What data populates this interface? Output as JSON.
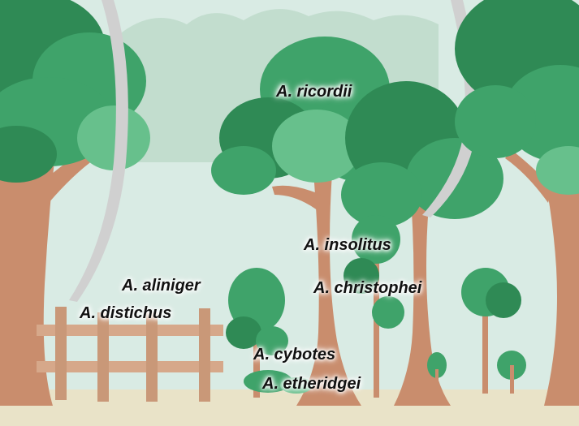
{
  "colors": {
    "sky": "#d9ebe4",
    "far_foliage": "#bcd9c8",
    "foliage_dark": "#2f8a55",
    "foliage": "#3fa36a",
    "foliage_light": "#67c08c",
    "trunk": "#c98d6d",
    "trunk_dark": "#a86c4f",
    "fence": "#d6a88a",
    "ground": "#e9e3c8",
    "smoke": "#d0d0d0"
  },
  "labels": {
    "ricordii": "A. ricordii",
    "insolitus": "A. insolitus",
    "christophei": "A. christophei",
    "aliniger": "A. aliniger",
    "distichus": "A. distichus",
    "cybotes": "A. cybotes",
    "etheridgei": "A. etheridgei"
  }
}
